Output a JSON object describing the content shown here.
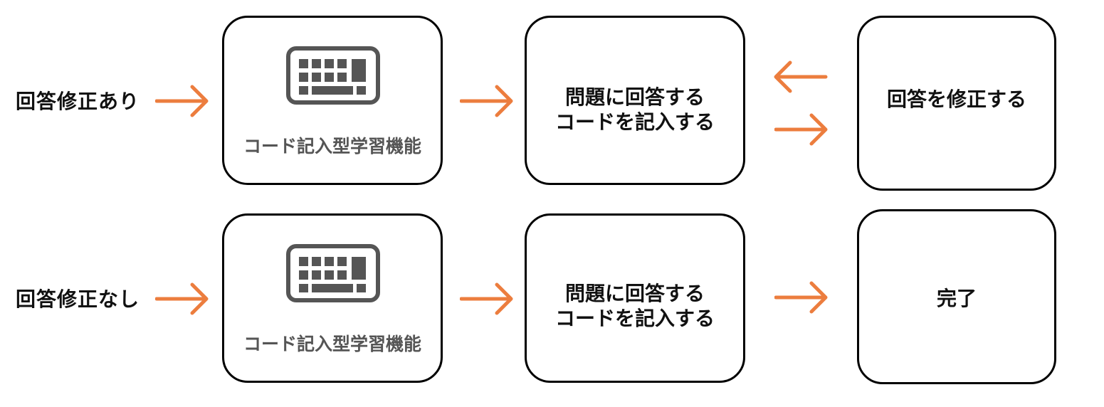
{
  "rows": [
    {
      "label": "回答修正あり",
      "feature_label": "コード記入型学習機能",
      "feature_icon": "keyboard-icon",
      "step_text": "問題に回答する\nコードを記入する",
      "end_text": "回答を修正する"
    },
    {
      "label": "回答修正なし",
      "feature_label": "コード記入型学習機能",
      "feature_icon": "keyboard-icon",
      "step_text": "問題に回答する\nコードを記入する",
      "end_text": "完了"
    }
  ],
  "colors": {
    "arrow": "#ec7d3e",
    "icon": "#555555",
    "border": "#000000"
  }
}
